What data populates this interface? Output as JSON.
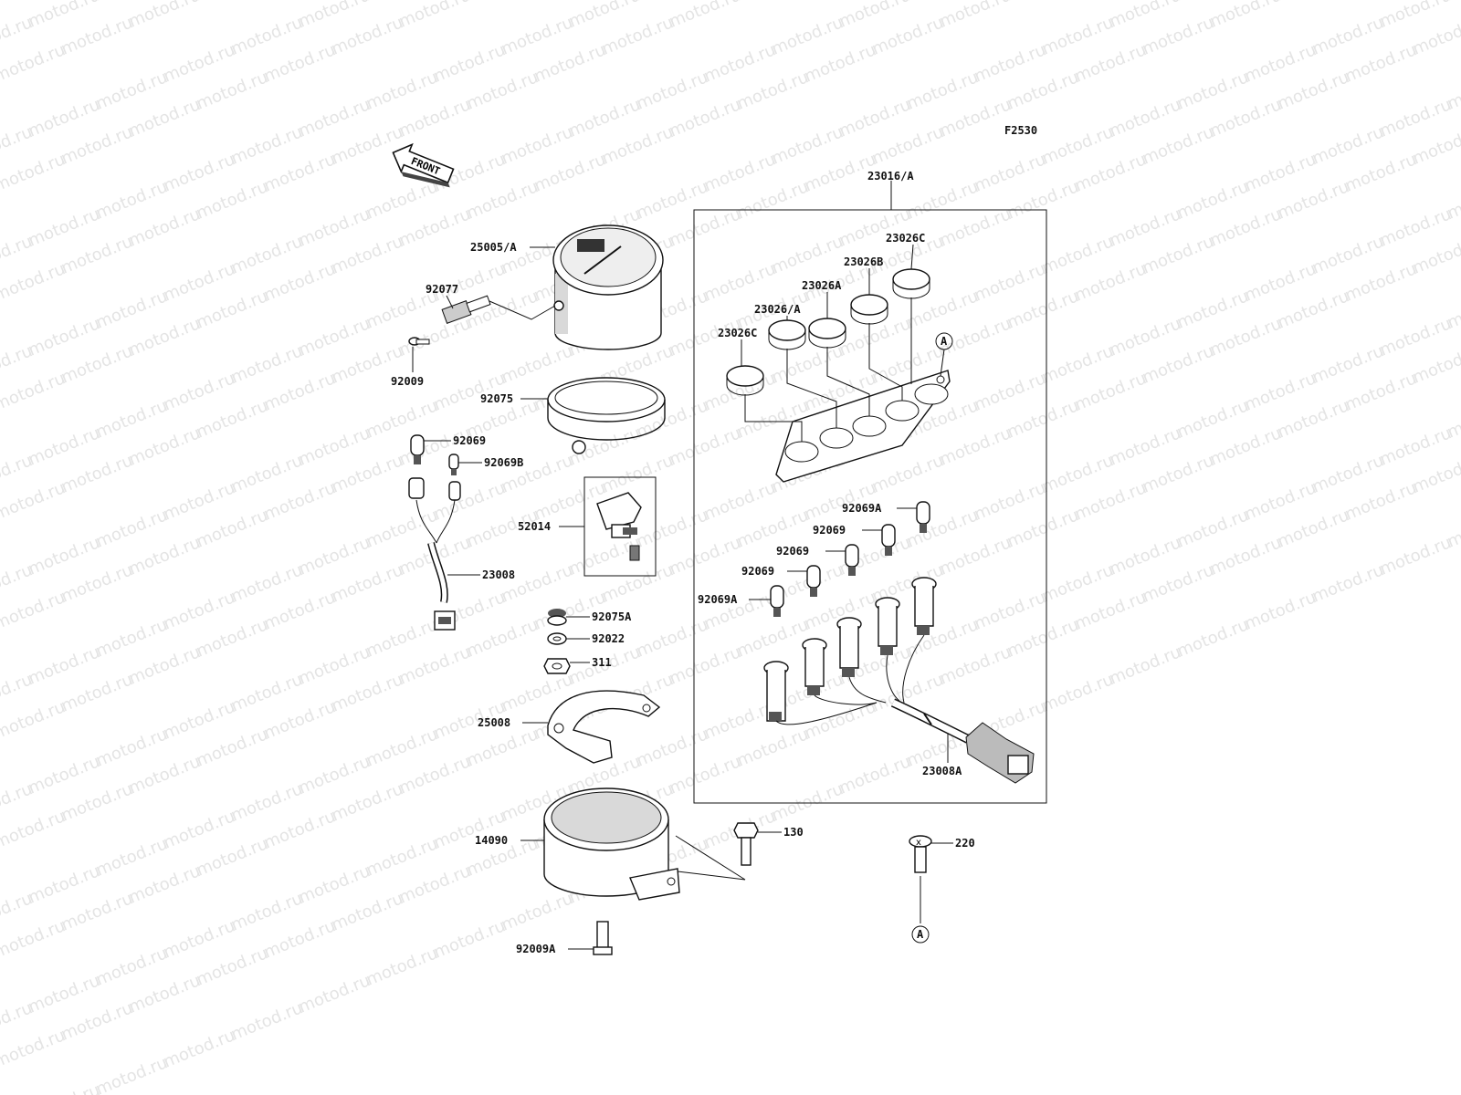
{
  "diagram_code": "F2530",
  "watermark": "motod.ru",
  "front_label": "FRONT",
  "callout_letter": "A",
  "labels": [
    {
      "id": "23016A",
      "text": "23016/A"
    },
    {
      "id": "25005A",
      "text": "25005/A"
    },
    {
      "id": "92077",
      "text": "92077"
    },
    {
      "id": "92009",
      "text": "92009"
    },
    {
      "id": "92075",
      "text": "92075"
    },
    {
      "id": "92069_l",
      "text": "92069"
    },
    {
      "id": "92069B",
      "text": "92069B"
    },
    {
      "id": "52014",
      "text": "52014"
    },
    {
      "id": "23008",
      "text": "23008"
    },
    {
      "id": "92075A",
      "text": "92075A"
    },
    {
      "id": "92022",
      "text": "92022"
    },
    {
      "id": "311",
      "text": "311"
    },
    {
      "id": "25008",
      "text": "25008"
    },
    {
      "id": "14090",
      "text": "14090"
    },
    {
      "id": "92009A",
      "text": "92009A"
    },
    {
      "id": "130",
      "text": "130"
    },
    {
      "id": "220",
      "text": "220"
    },
    {
      "id": "23026C_t",
      "text": "23026C"
    },
    {
      "id": "23026B",
      "text": "23026B"
    },
    {
      "id": "23026A_1",
      "text": "23026A"
    },
    {
      "id": "23026A_2",
      "text": "23026/A"
    },
    {
      "id": "23026C_l",
      "text": "23026C"
    },
    {
      "id": "92069A_1",
      "text": "92069A"
    },
    {
      "id": "92069_1",
      "text": "92069"
    },
    {
      "id": "92069_2",
      "text": "92069"
    },
    {
      "id": "92069_3",
      "text": "92069"
    },
    {
      "id": "92069A_2",
      "text": "92069A"
    },
    {
      "id": "23008A",
      "text": "23008A"
    }
  ]
}
